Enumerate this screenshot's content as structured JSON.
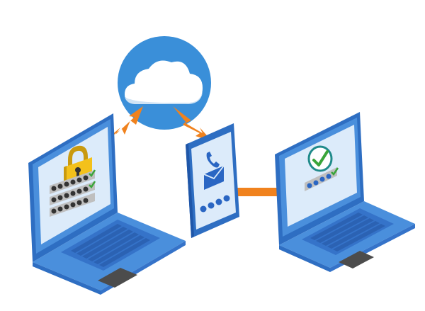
{
  "colors": {
    "background": "#ffffff",
    "cloud_circle": "#3a8fd9",
    "cloud": "#ffffff",
    "cloud_shadow": "#cfe3f5",
    "arrow": "#f0821e",
    "laptop_body": "#4a8fdc",
    "laptop_dark": "#2e6ec2",
    "laptop_screen_bg": "#dcebfa",
    "keyboard": "#3573c9",
    "key": "#2b62b3",
    "touchpad": "#4c4c4c",
    "lock": "#f3c11b",
    "lock_dark": "#c99a0f",
    "dots": "#333333",
    "check_bar": "#bfbfbf",
    "check_green": "#3aa53a",
    "check_ring": "#1f8a8a",
    "phone_body": "#2e6ec2",
    "phone_screen": "#dcebfa",
    "phone_icon": "#2a66c3"
  },
  "icons": {
    "cloud": "cloud-icon",
    "lock": "padlock-icon",
    "phone": "phone-handset-icon",
    "mail": "envelope-icon",
    "check": "checkmark-icon"
  },
  "scene": {
    "left_laptop": {
      "password_rows": 3,
      "dots_per_row": 6,
      "checked_rows": 2
    },
    "phone": {
      "code_dots": 4
    },
    "right_laptop": {
      "code_dots": 4,
      "verified": true
    }
  }
}
